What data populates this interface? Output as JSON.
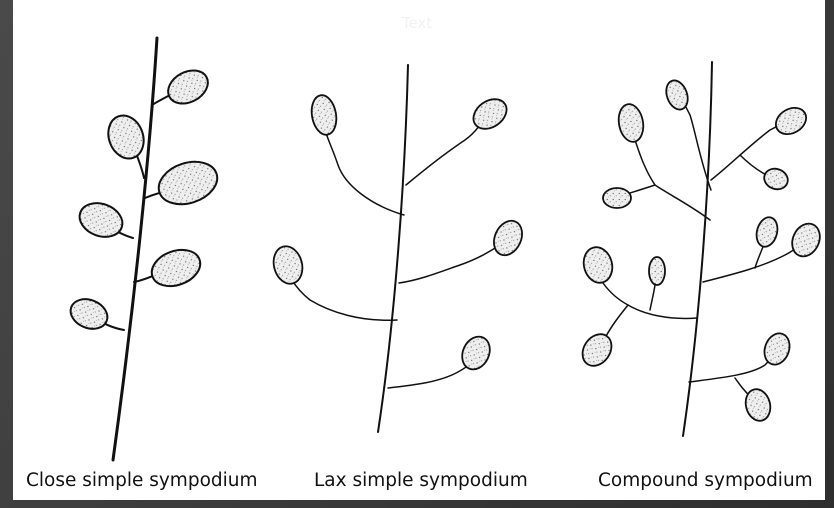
{
  "header": {
    "title": "Text"
  },
  "captions": {
    "close": "Close simple sympodium",
    "lax": "Lax simple sympodium",
    "compound": "Compound sympodium"
  },
  "colors": {
    "background": "#3a3a3a",
    "panel": "#ffffff",
    "ink": "#111111",
    "spore_fill": "#e6e6e6"
  }
}
